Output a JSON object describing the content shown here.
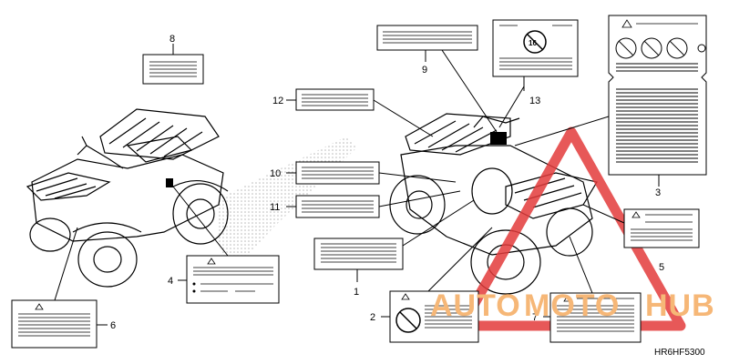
{
  "diagram": {
    "callouts": {
      "n1": "1",
      "n2": "2",
      "n3": "3",
      "n4": "4",
      "n5": "5",
      "n6": "6",
      "n7": "7",
      "n8": "8",
      "n9": "9",
      "n10": "10",
      "n11": "11",
      "n12": "12",
      "n13": "13"
    },
    "figure_code": "HR6HF5300",
    "warning_symbol": "!",
    "label_13_sign": "16"
  },
  "watermark": {
    "text_part1": "AUTO",
    "text_part2": "MOTO",
    "text_part3": "HUB",
    "text_color": "#f6b777",
    "accent_color": "#cfd0d3",
    "triangle_color": "#e33b3b"
  },
  "colors": {
    "line": "#000000",
    "stipple": "#b9b9b9",
    "triangle": "#e33b3b",
    "watermark": "#f6b777"
  }
}
